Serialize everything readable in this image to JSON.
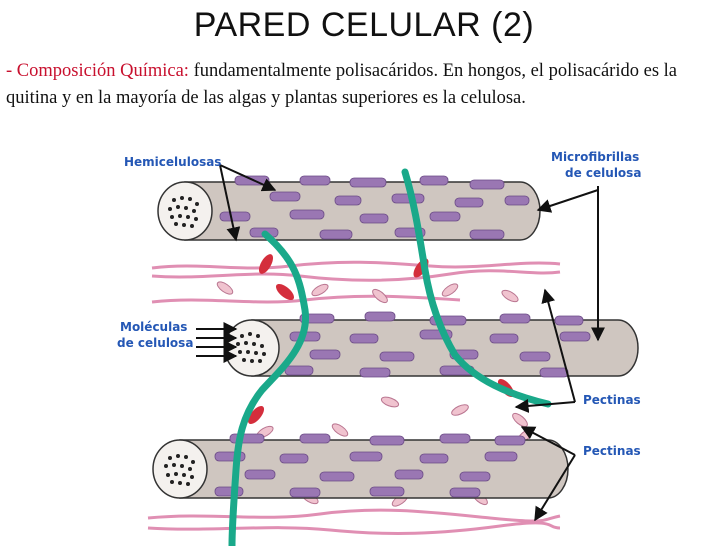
{
  "title": "PARED CELULAR (2)",
  "intro": {
    "lead": "- Composición Química:",
    "text": " fundamentalmente polisacáridos. En hongos, el polisacárido es la quitina y en la mayoría de las algas y plantas superiores es la celulosa."
  },
  "diagram": {
    "labels": {
      "hemicelulosas": "Hemicelulosas",
      "microfibrillas_1": "Microfibrillas",
      "microfibrillas_2": "de celulosa",
      "moleculas_1": "Moléculas",
      "moleculas_2": "de celulosa",
      "pectinas_1": "Pectinas",
      "pectinas_2": "Pectinas"
    },
    "colors": {
      "fibril": "#cfc6c0",
      "hemicellulose": "#9a77b3",
      "pectin_strand": "#e08fb3",
      "green_strand": "#1aa98a",
      "red_link": "#d42e3c",
      "label": "#2457b5"
    }
  }
}
